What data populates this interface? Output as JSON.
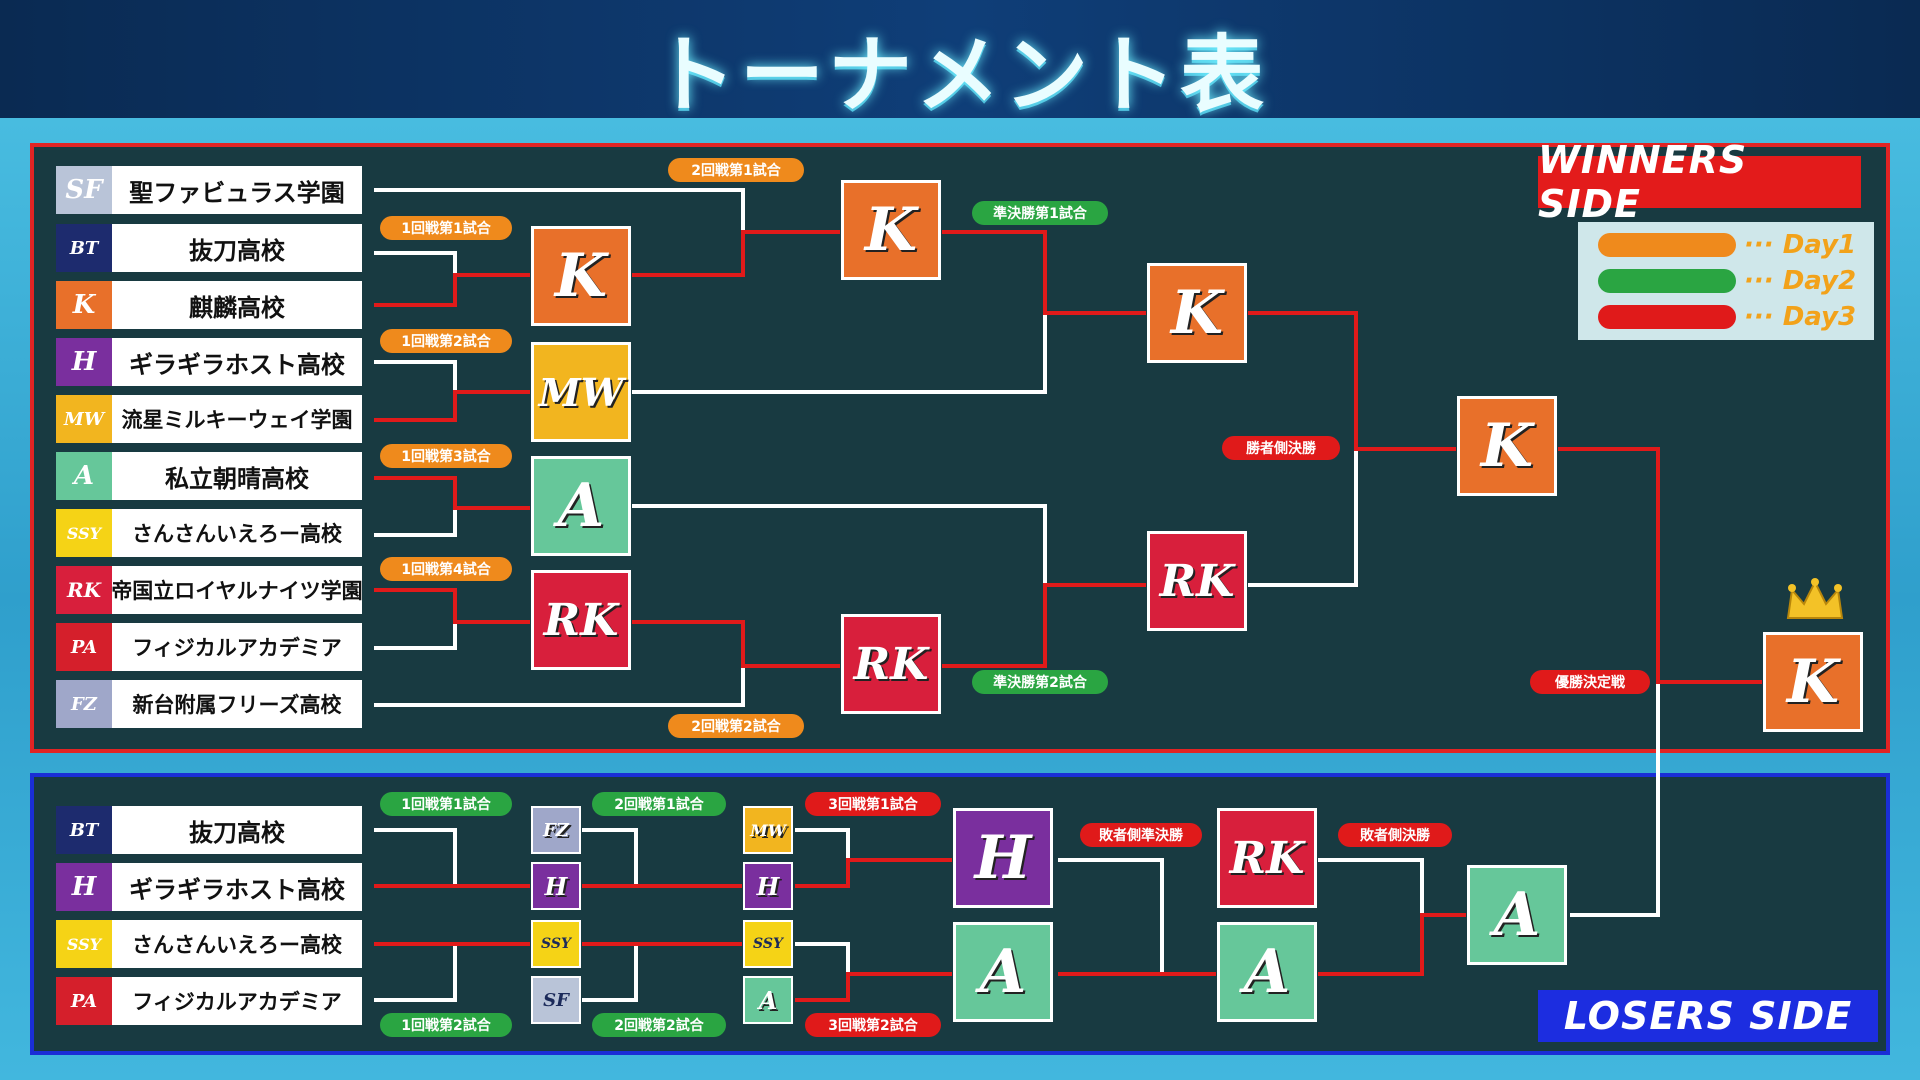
{
  "header": {
    "title": "トーナメント表"
  },
  "winners": {
    "side_label": "WINNERS SIDE",
    "teams": [
      {
        "name": "聖ファビュラス学園",
        "logo": "SF",
        "color": "#b9c4d8"
      },
      {
        "name": "抜刀高校",
        "logo": "BT",
        "color": "#1d2b6e"
      },
      {
        "name": "麒麟高校",
        "logo": "K",
        "color": "#e8702a"
      },
      {
        "name": "ギラギラホスト高校",
        "logo": "H",
        "color": "#7a2f9e"
      },
      {
        "name": "流星ミルキーウェイ学園",
        "logo": "MW",
        "color": "#f2b51f"
      },
      {
        "name": "私立朝晴高校",
        "logo": "A",
        "color": "#66c79a"
      },
      {
        "name": "さんさんいえろー高校",
        "logo": "SSY",
        "color": "#f5d316"
      },
      {
        "name": "帝国立ロイヤルナイツ学園",
        "logo": "RK",
        "color": "#d81f3c"
      },
      {
        "name": "フィジカルアカデミア",
        "logo": "PA",
        "color": "#d51f2b"
      },
      {
        "name": "新台附属フリーズ高校",
        "logo": "FZ",
        "color": "#9fa7c9"
      }
    ],
    "labels": {
      "r1m1": "1回戦第1試合",
      "r1m2": "1回戦第2試合",
      "r1m3": "1回戦第3試合",
      "r1m4": "1回戦第4試合",
      "r2m1": "2回戦第1試合",
      "r2m2": "2回戦第2試合",
      "sf1": "準決勝第1試合",
      "sf2": "準決勝第2試合",
      "wf": "勝者側決勝",
      "gf": "優勝決定戦"
    },
    "winners_of_matches": {
      "r1m1": "K",
      "r1m2": "MW",
      "r1m3": "A",
      "r1m4": "RK",
      "r2m1": "K",
      "r2m2": "RK",
      "sf1": "K",
      "sf2": "RK",
      "wf": "K",
      "champion": "K"
    }
  },
  "legend": [
    {
      "label": "Day1",
      "color": "#ef8a1c"
    },
    {
      "label": "Day2",
      "color": "#2aa542"
    },
    {
      "label": "Day3",
      "color": "#e01a1a"
    }
  ],
  "losers": {
    "side_label": "LOSERS SIDE",
    "teams": [
      {
        "name": "抜刀高校",
        "logo": "BT"
      },
      {
        "name": "ギラギラホスト高校",
        "logo": "H"
      },
      {
        "name": "さんさんいえろー高校",
        "logo": "SSY"
      },
      {
        "name": "フィジカルアカデミア",
        "logo": "PA"
      }
    ],
    "labels": {
      "r1m1": "1回戦第1試合",
      "r1m2": "1回戦第2試合",
      "r2m1": "2回戦第1試合",
      "r2m2": "2回戦第2試合",
      "r3m1": "3回戦第1試合",
      "r3m2": "3回戦第2試合",
      "semi": "敗者側準決勝",
      "final": "敗者側決勝"
    },
    "r2_entrants": [
      "FZ",
      "H",
      "SSY",
      "SF"
    ],
    "r3_entrants": [
      "MW",
      "H",
      "SSY",
      "A"
    ],
    "winners_of_matches": {
      "r1m1": "H",
      "r1m2": "SSY",
      "r2m1": "H",
      "r2m2": "SSY",
      "r3m1": "H",
      "r3m2": "A",
      "semi": "A",
      "final": "A"
    }
  }
}
